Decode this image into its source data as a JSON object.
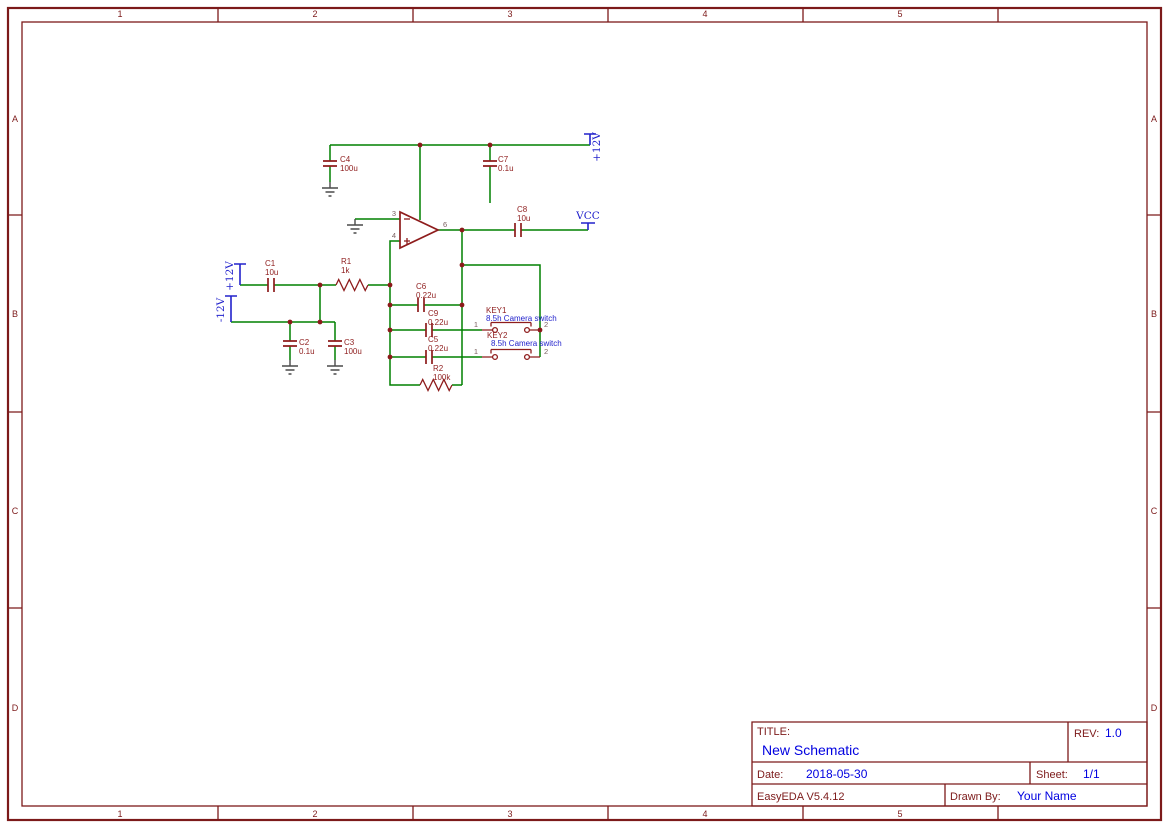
{
  "colors": {
    "frame_line": "#7c1a1a",
    "wire": "#008000",
    "component": "#8e1c1c",
    "junction": "#8b1a1a",
    "net_flag": "#2222cc",
    "value_blue": "#0000e0",
    "ground": "#4a4a4a",
    "pin_number": "#7a6060"
  },
  "frame": {
    "columns": [
      "1",
      "2",
      "3",
      "4",
      "5"
    ],
    "rows": [
      "A",
      "B",
      "C",
      "D"
    ]
  },
  "title_block": {
    "title_label": "TITLE:",
    "title": "New Schematic",
    "rev_label": "REV:",
    "rev": "1.0",
    "date_label": "Date:",
    "date": "2018-05-30",
    "sheet_label": "Sheet:",
    "sheet": "1/1",
    "software": "EasyEDA V5.4.12",
    "drawn_by_label": "Drawn By:",
    "drawn_by": "Your Name"
  },
  "schematic": {
    "net_flags": {
      "p12v": "+12V",
      "n12v": "-12V",
      "vcc": "VCC"
    },
    "opamp": {
      "pin3": "3",
      "pin4": "4",
      "pin6": "6"
    },
    "components": {
      "C1": {
        "ref": "C1",
        "value": "10u"
      },
      "C2": {
        "ref": "C2",
        "value": "0.1u"
      },
      "C3": {
        "ref": "C3",
        "value": "100u"
      },
      "C4": {
        "ref": "C4",
        "value": "100u"
      },
      "C5": {
        "ref": "C5",
        "value": "0.22u"
      },
      "C6": {
        "ref": "C6",
        "value": "0.22u"
      },
      "C7": {
        "ref": "C7",
        "value": "0.1u"
      },
      "C8": {
        "ref": "C8",
        "value": "10u"
      },
      "C9": {
        "ref": "C9",
        "value": "0.22u"
      },
      "R1": {
        "ref": "R1",
        "value": "1k"
      },
      "R2": {
        "ref": "R2",
        "value": "100k"
      },
      "KEY1": {
        "ref": "KEY1",
        "value": "8.5h Camera switch",
        "pin1": "1",
        "pin2": "2"
      },
      "KEY2": {
        "ref": "KEY2",
        "value": "8.5h Camera switch",
        "pin1": "1",
        "pin2": "2"
      }
    }
  }
}
